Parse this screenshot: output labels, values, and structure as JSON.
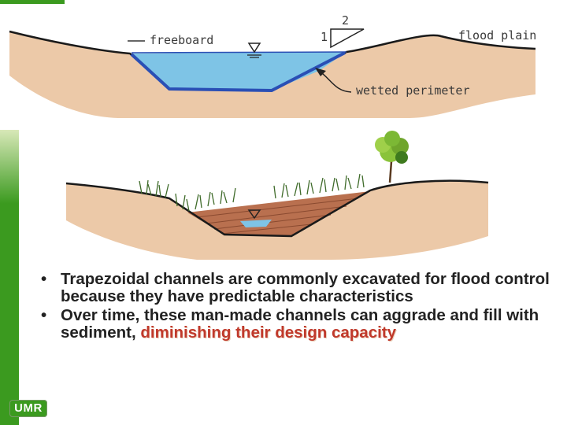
{
  "colors": {
    "accent_green": "#3b9a1f",
    "highlight_text": "#c0392b",
    "water": "#7ec4e6",
    "soil": "#ecc9a8",
    "sediment": "#b9704f"
  },
  "diagram_top": {
    "label_freeboard": "freeboard",
    "label_floodplain": "flood plain",
    "label_wetted_perimeter": "wetted perimeter",
    "slope_run": "2",
    "slope_rise": "1"
  },
  "bullets": [
    {
      "text": "Trapezoidal channels are commonly excavated for flood control because they have predictable characteristics"
    },
    {
      "text": "Over time, these man-made channels can aggrade and fill with sediment, ",
      "highlight": "diminishing their design capacity"
    }
  ],
  "bullet_glyph": "•",
  "logo": "UMR"
}
